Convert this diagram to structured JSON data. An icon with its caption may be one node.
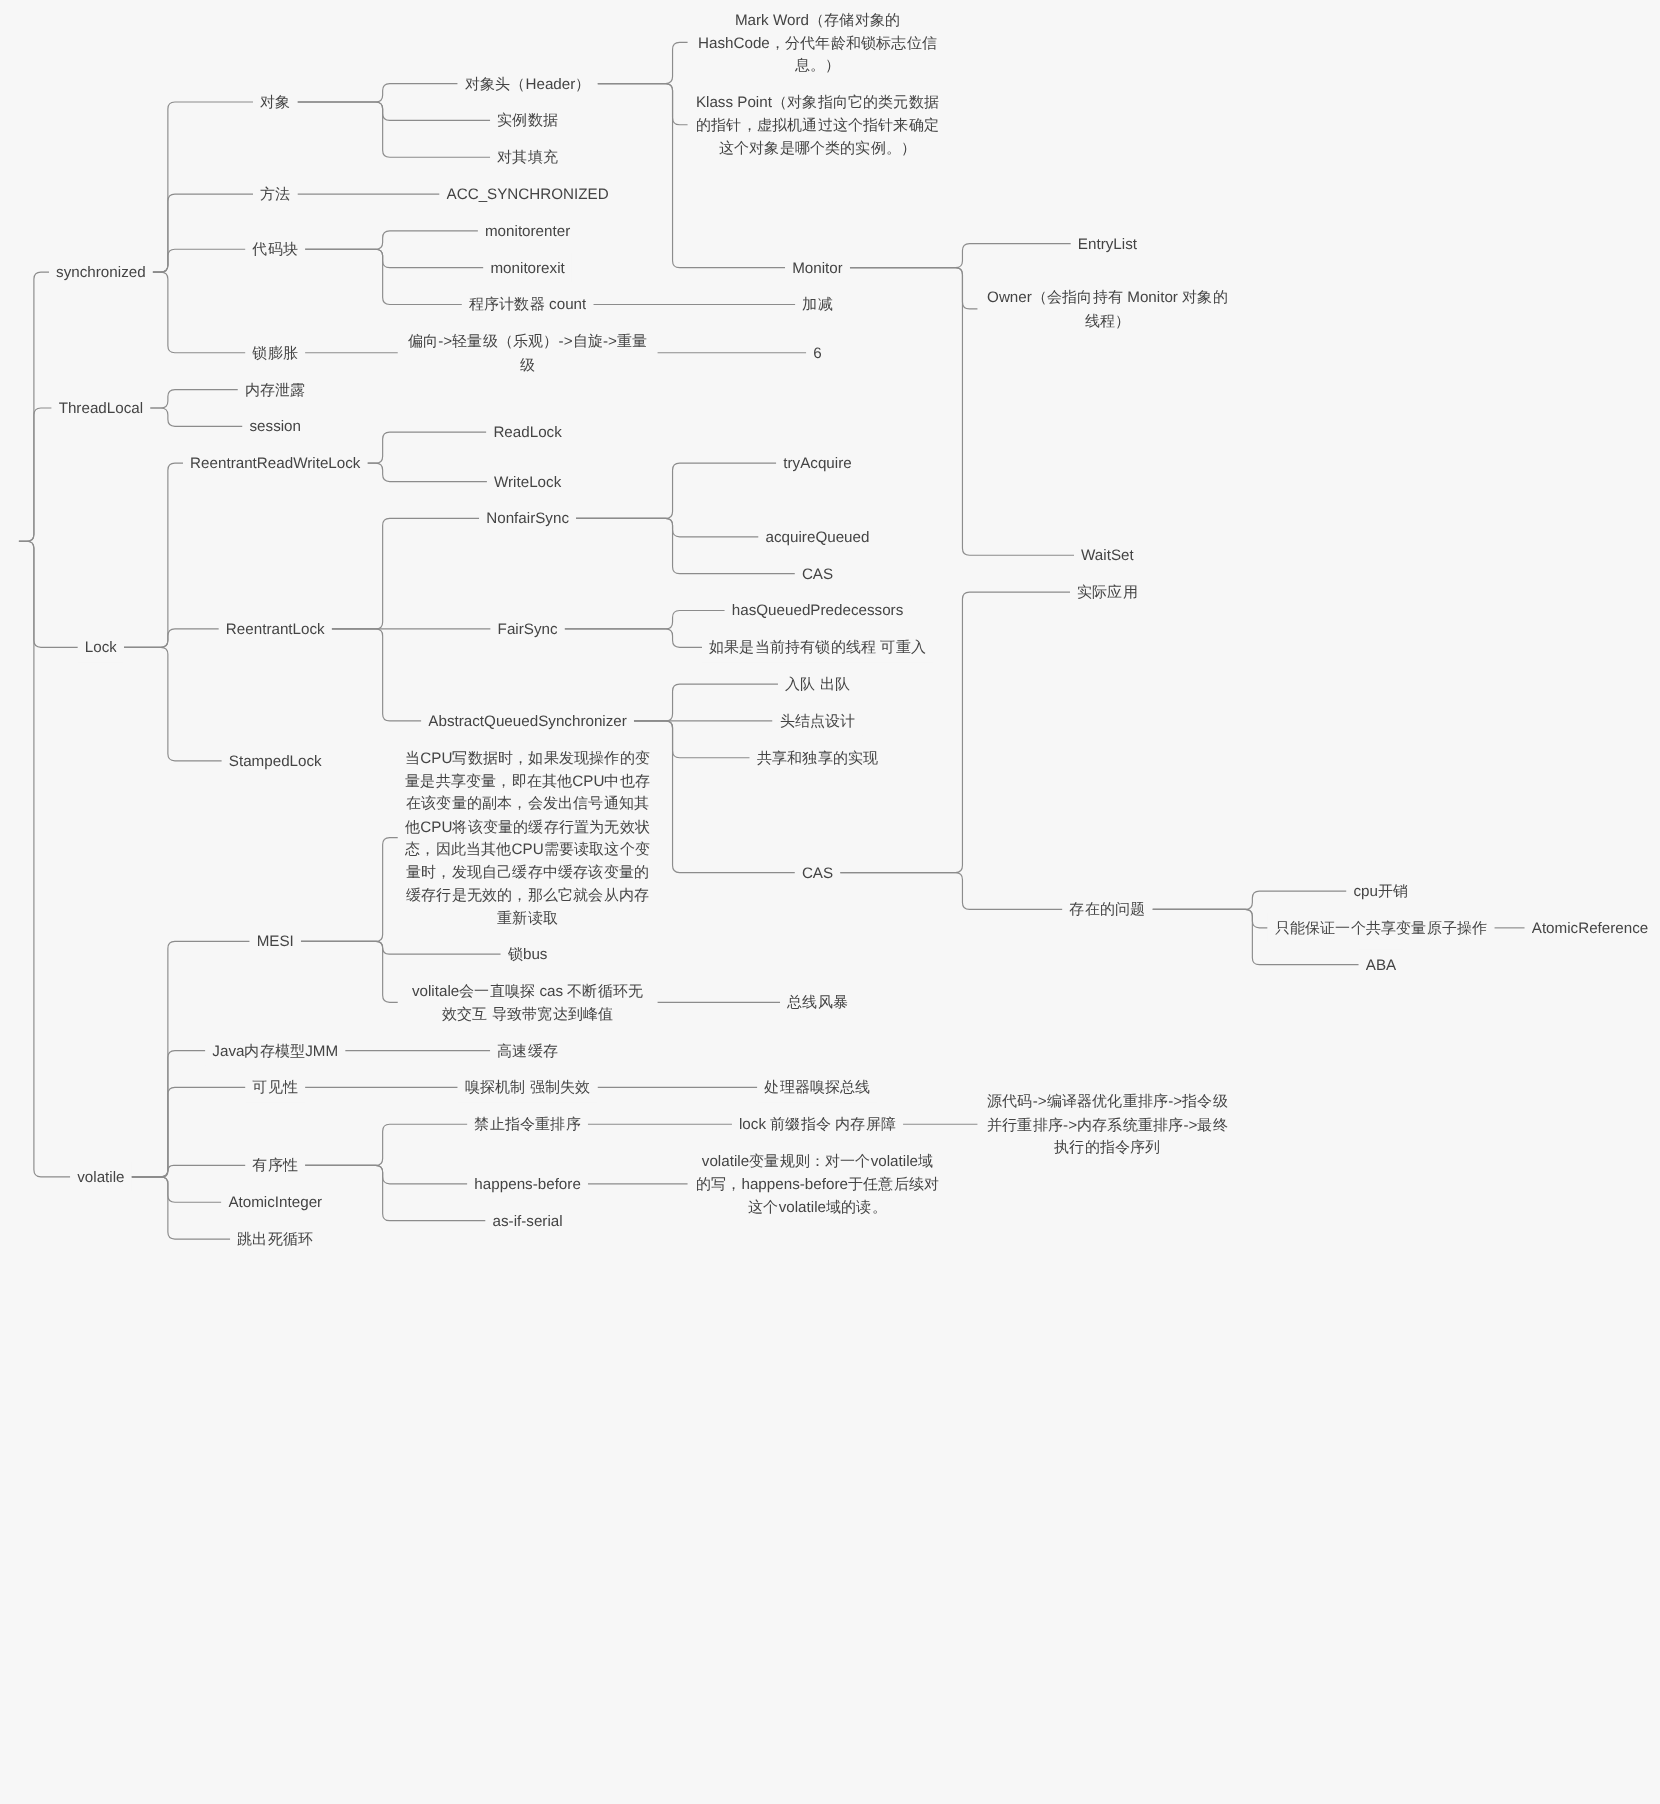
{
  "diagram": {
    "nodes": [
      {
        "text": [
          "synchronized"
        ]
      },
      {
        "text": [
          "对象"
        ]
      },
      {
        "text": [
          "对象头（Header）"
        ]
      },
      {
        "text": [
          "Mark Word（存储对象的HashCode，分代年龄和锁标志位信息。）"
        ]
      },
      {
        "text": [
          "Klass Point（对象指向它的类元数据的指针，虚拟机通过这个指针来确定这个对象是哪个类的实例。）"
        ]
      },
      {
        "text": [
          "Monitor"
        ]
      },
      {
        "text": [
          "EntryList"
        ]
      },
      {
        "text": [
          "Owner（会指向持有 Monitor 对象的线程）"
        ]
      },
      {
        "text": [
          "WaitSet"
        ]
      },
      {
        "text": [
          "实例数据"
        ]
      },
      {
        "text": [
          "对其填充"
        ]
      },
      {
        "text": [
          "方法"
        ]
      },
      {
        "text": [
          "ACC_SYNCHRONIZED"
        ]
      },
      {
        "text": [
          "代码块"
        ]
      },
      {
        "text": [
          "monitorenter"
        ]
      },
      {
        "text": [
          "monitorexit"
        ]
      },
      {
        "text": [
          "程序计数器 count"
        ]
      },
      {
        "text": [
          "加减"
        ]
      },
      {
        "text": [
          "锁膨胀"
        ]
      },
      {
        "text": [
          "偏向->轻量级（乐观）->自旋->重量级"
        ]
      },
      {
        "text": [
          "6"
        ]
      },
      {
        "text": [
          "ThreadLocal"
        ]
      },
      {
        "text": [
          "内存泄露"
        ]
      },
      {
        "text": [
          "session"
        ]
      },
      {
        "text": [
          "Lock"
        ]
      },
      {
        "text": [
          "ReentrantReadWriteLock"
        ]
      },
      {
        "text": [
          "ReadLock"
        ]
      },
      {
        "text": [
          "WriteLock"
        ]
      },
      {
        "text": [
          "ReentrantLock"
        ]
      },
      {
        "text": [
          "NonfairSync"
        ]
      },
      {
        "text": [
          "tryAcquire"
        ]
      },
      {
        "text": [
          "acquireQueued"
        ]
      },
      {
        "text": [
          "CAS"
        ]
      },
      {
        "text": [
          "FairSync"
        ]
      },
      {
        "text": [
          "hasQueuedPredecessors"
        ]
      },
      {
        "text": [
          "如果是当前持有锁的线程 可重入"
        ]
      },
      {
        "text": [
          "AbstractQueuedSynchronizer"
        ]
      },
      {
        "text": [
          "入队 出队"
        ]
      },
      {
        "text": [
          "头结点设计"
        ]
      },
      {
        "text": [
          "共享和独享的实现"
        ]
      },
      {
        "text": [
          "CAS"
        ]
      },
      {
        "text": [
          "实际应用"
        ]
      },
      {
        "text": [
          "存在的问题"
        ]
      },
      {
        "text": [
          "cpu开销"
        ]
      },
      {
        "text": [
          "只能保证一个共享变量原子操作"
        ]
      },
      {
        "text": [
          "AtomicReference"
        ]
      },
      {
        "text": [
          "ABA"
        ]
      },
      {
        "text": [
          "StampedLock"
        ]
      },
      {
        "text": [
          "volatile"
        ]
      },
      {
        "text": [
          "MESI"
        ]
      },
      {
        "text": [
          "当CPU写数据时，如果发现操作的变量是共享变量，即在其他CPU中也存在该变量的副本，会发出信号通知其他CPU将该变量的缓存行置为无效状态，因此当其他CPU需要读取这个变量时，发现自己缓存中缓存该变量的缓存行是无效的，那么它就会从内存重新读取"
        ]
      },
      {
        "text": [
          "锁bus"
        ]
      },
      {
        "text": [
          "volitale会一直嗅探 cas 不断循环无效交互 导致带宽达到峰值"
        ]
      },
      {
        "text": [
          "总线风暴"
        ]
      },
      {
        "text": [
          "Java内存模型JMM"
        ]
      },
      {
        "text": [
          "高速缓存"
        ]
      },
      {
        "text": [
          "可见性"
        ]
      },
      {
        "text": [
          "嗅探机制 强制失效"
        ]
      },
      {
        "text": [
          "处理器嗅探总线"
        ]
      },
      {
        "text": [
          "有序性"
        ]
      },
      {
        "text": [
          "禁止指令重排序"
        ]
      },
      {
        "text": [
          "lock 前缀指令 内存屏障"
        ]
      },
      {
        "text": [
          "源代码->编译器优化重排序->指令级并行重排序->内存系统重排序->最终执行的指令序列"
        ]
      },
      {
        "text": [
          "happens-before"
        ]
      },
      {
        "text": [
          "volatile变量规则：对一个volatile域的写，happens-before于任意后续对这个volatile域的读。"
        ]
      },
      {
        "text": [
          "as-if-serial"
        ]
      },
      {
        "text": [
          "AtomicInteger"
        ]
      },
      {
        "text": [
          "跳出死循环"
        ]
      }
    ],
    "edges": [
      {
        "from": null,
        "to": 0,
        "arrow": "none"
      },
      {
        "from": 0,
        "to": 1,
        "arrow": "none"
      },
      {
        "from": 1,
        "to": 2,
        "arrow": "none"
      },
      {
        "from": 2,
        "to": 3,
        "arrow": "none"
      },
      {
        "from": 2,
        "to": 4,
        "arrow": "none"
      },
      {
        "from": 2,
        "to": 5,
        "arrow": "none"
      },
      {
        "from": 5,
        "to": 6,
        "arrow": "none"
      },
      {
        "from": 5,
        "to": 7,
        "arrow": "none"
      },
      {
        "from": 5,
        "to": 8,
        "arrow": "none"
      },
      {
        "from": 1,
        "to": 9,
        "arrow": "none"
      },
      {
        "from": 1,
        "to": 10,
        "arrow": "none"
      },
      {
        "from": 0,
        "to": 11,
        "arrow": "none"
      },
      {
        "from": 11,
        "to": 12,
        "arrow": "none"
      },
      {
        "from": 0,
        "to": 13,
        "arrow": "none"
      },
      {
        "from": 13,
        "to": 14,
        "arrow": "none"
      },
      {
        "from": 13,
        "to": 15,
        "arrow": "none"
      },
      {
        "from": 13,
        "to": 16,
        "arrow": "none"
      },
      {
        "from": 16,
        "to": 17,
        "arrow": "none"
      },
      {
        "from": 0,
        "to": 18,
        "arrow": "none"
      },
      {
        "from": 18,
        "to": 19,
        "arrow": "none"
      },
      {
        "from": 19,
        "to": 20,
        "arrow": "none"
      },
      {
        "from": null,
        "to": 21,
        "arrow": "none"
      },
      {
        "from": 21,
        "to": 22,
        "arrow": "none"
      },
      {
        "from": 21,
        "to": 23,
        "arrow": "none"
      },
      {
        "from": null,
        "to": 24,
        "arrow": "none"
      },
      {
        "from": 24,
        "to": 25,
        "arrow": "none"
      },
      {
        "from": 25,
        "to": 26,
        "arrow": "none"
      },
      {
        "from": 25,
        "to": 27,
        "arrow": "none"
      },
      {
        "from": 24,
        "to": 28,
        "arrow": "none"
      },
      {
        "from": 28,
        "to": 29,
        "arrow": "none"
      },
      {
        "from": 29,
        "to": 30,
        "arrow": "none"
      },
      {
        "from": 29,
        "to": 31,
        "arrow": "none"
      },
      {
        "from": 29,
        "to": 32,
        "arrow": "none"
      },
      {
        "from": 28,
        "to": 33,
        "arrow": "none"
      },
      {
        "from": 33,
        "to": 34,
        "arrow": "none"
      },
      {
        "from": 33,
        "to": 35,
        "arrow": "none"
      },
      {
        "from": 28,
        "to": 36,
        "arrow": "none"
      },
      {
        "from": 36,
        "to": 37,
        "arrow": "none"
      },
      {
        "from": 36,
        "to": 38,
        "arrow": "none"
      },
      {
        "from": 36,
        "to": 39,
        "arrow": "none"
      },
      {
        "from": 36,
        "to": 40,
        "arrow": "none"
      },
      {
        "from": 40,
        "to": 41,
        "arrow": "none"
      },
      {
        "from": 40,
        "to": 42,
        "arrow": "none"
      },
      {
        "from": 42,
        "to": 43,
        "arrow": "none"
      },
      {
        "from": 42,
        "to": 44,
        "arrow": "none"
      },
      {
        "from": 44,
        "to": 45,
        "arrow": "none"
      },
      {
        "from": 42,
        "to": 46,
        "arrow": "none"
      },
      {
        "from": 24,
        "to": 47,
        "arrow": "none"
      },
      {
        "from": null,
        "to": 48,
        "arrow": "none"
      },
      {
        "from": 48,
        "to": 49,
        "arrow": "none"
      },
      {
        "from": 49,
        "to": 50,
        "arrow": "none"
      },
      {
        "from": 49,
        "to": 51,
        "arrow": "none"
      },
      {
        "from": 49,
        "to": 52,
        "arrow": "none"
      },
      {
        "from": 52,
        "to": 53,
        "arrow": "none"
      },
      {
        "from": 48,
        "to": 54,
        "arrow": "none"
      },
      {
        "from": 54,
        "to": 55,
        "arrow": "none"
      },
      {
        "from": 48,
        "to": 56,
        "arrow": "none"
      },
      {
        "from": 56,
        "to": 57,
        "arrow": "none"
      },
      {
        "from": 57,
        "to": 58,
        "arrow": "none"
      },
      {
        "from": 48,
        "to": 59,
        "arrow": "none"
      },
      {
        "from": 59,
        "to": 60,
        "arrow": "none"
      },
      {
        "from": 60,
        "to": 61,
        "arrow": "none"
      },
      {
        "from": 61,
        "to": 62,
        "arrow": "none"
      },
      {
        "from": 59,
        "to": 63,
        "arrow": "none"
      },
      {
        "from": 63,
        "to": 64,
        "arrow": "none"
      },
      {
        "from": 59,
        "to": 65,
        "arrow": "none"
      },
      {
        "from": 48,
        "to": 66,
        "arrow": "none"
      },
      {
        "from": 48,
        "to": 67,
        "arrow": "none"
      }
    ]
  }
}
